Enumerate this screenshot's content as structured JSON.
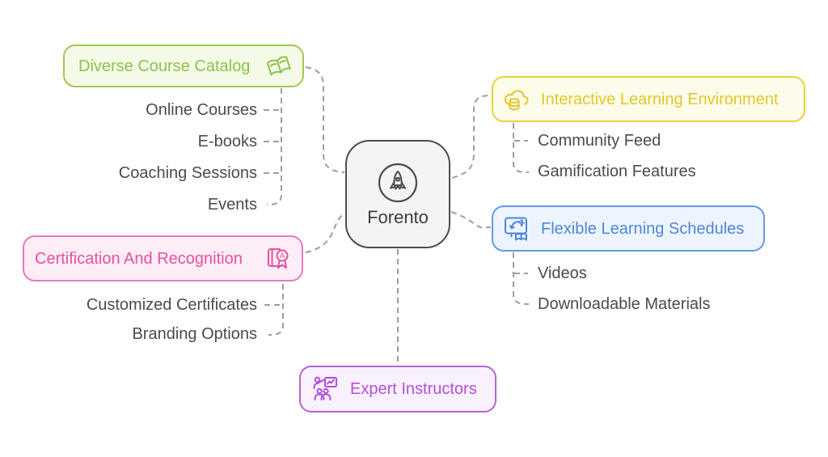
{
  "diagram": {
    "type": "mindmap",
    "connector": {
      "color": "#9e9e9e",
      "style": "dashed"
    }
  },
  "center": {
    "label": "Forento",
    "icon": "rocket-icon",
    "border_color": "#4d4d4d",
    "background": "#f4f4f4",
    "text_color": "#3d3d3d"
  },
  "branches": [
    {
      "label": "Diverse Course Catalog",
      "icon": "open-book-icon",
      "border_color": "#a2c653",
      "background": "#f5fae8",
      "text_color": "#8bc34a",
      "children": [
        "Online Courses",
        "E-books",
        "Coaching Sessions",
        "Events"
      ]
    },
    {
      "label": "Certification And Recognition",
      "icon": "certificate-badge-icon",
      "border_color": "#e879bd",
      "background": "#fdedf6",
      "text_color": "#e5509f",
      "children": [
        "Customized Certificates",
        "Branding Options"
      ]
    },
    {
      "label": "Interactive Learning Environment",
      "icon": "cloud-database-icon",
      "border_color": "#e4d33b",
      "background": "#fdfbea",
      "text_color": "#dfc92b",
      "children": [
        "Community Feed",
        "Gamification Features"
      ]
    },
    {
      "label": "Flexible Learning Schedules",
      "icon": "screen-learning-icon",
      "border_color": "#6499e0",
      "background": "#eef4fd",
      "text_color": "#4d86d8",
      "children": [
        "Videos",
        "Downloadable Materials"
      ]
    },
    {
      "label": "Expert Instructors",
      "icon": "instructor-presentation-icon",
      "border_color": "#b266d9",
      "background": "#faf1fe",
      "text_color": "#b04fd9",
      "children": []
    }
  ]
}
